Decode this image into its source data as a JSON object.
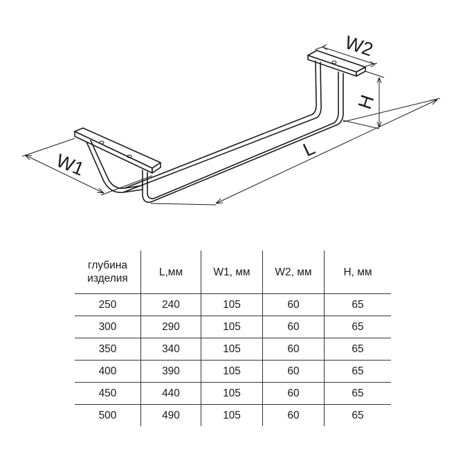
{
  "drawing": {
    "labels": {
      "w1": "W1",
      "w2": "W2",
      "h": "H",
      "l": "L"
    }
  },
  "table": {
    "headers": [
      [
        "глубина",
        "изделия"
      ],
      [
        "L,мм"
      ],
      [
        "W1, мм"
      ],
      [
        "W2, мм"
      ],
      [
        "H, мм"
      ]
    ],
    "rows": [
      [
        "250",
        "240",
        "105",
        "60",
        "65"
      ],
      [
        "300",
        "290",
        "105",
        "60",
        "65"
      ],
      [
        "350",
        "340",
        "105",
        "60",
        "65"
      ],
      [
        "400",
        "390",
        "105",
        "60",
        "65"
      ],
      [
        "450",
        "440",
        "105",
        "60",
        "65"
      ],
      [
        "500",
        "490",
        "105",
        "60",
        "65"
      ]
    ]
  }
}
